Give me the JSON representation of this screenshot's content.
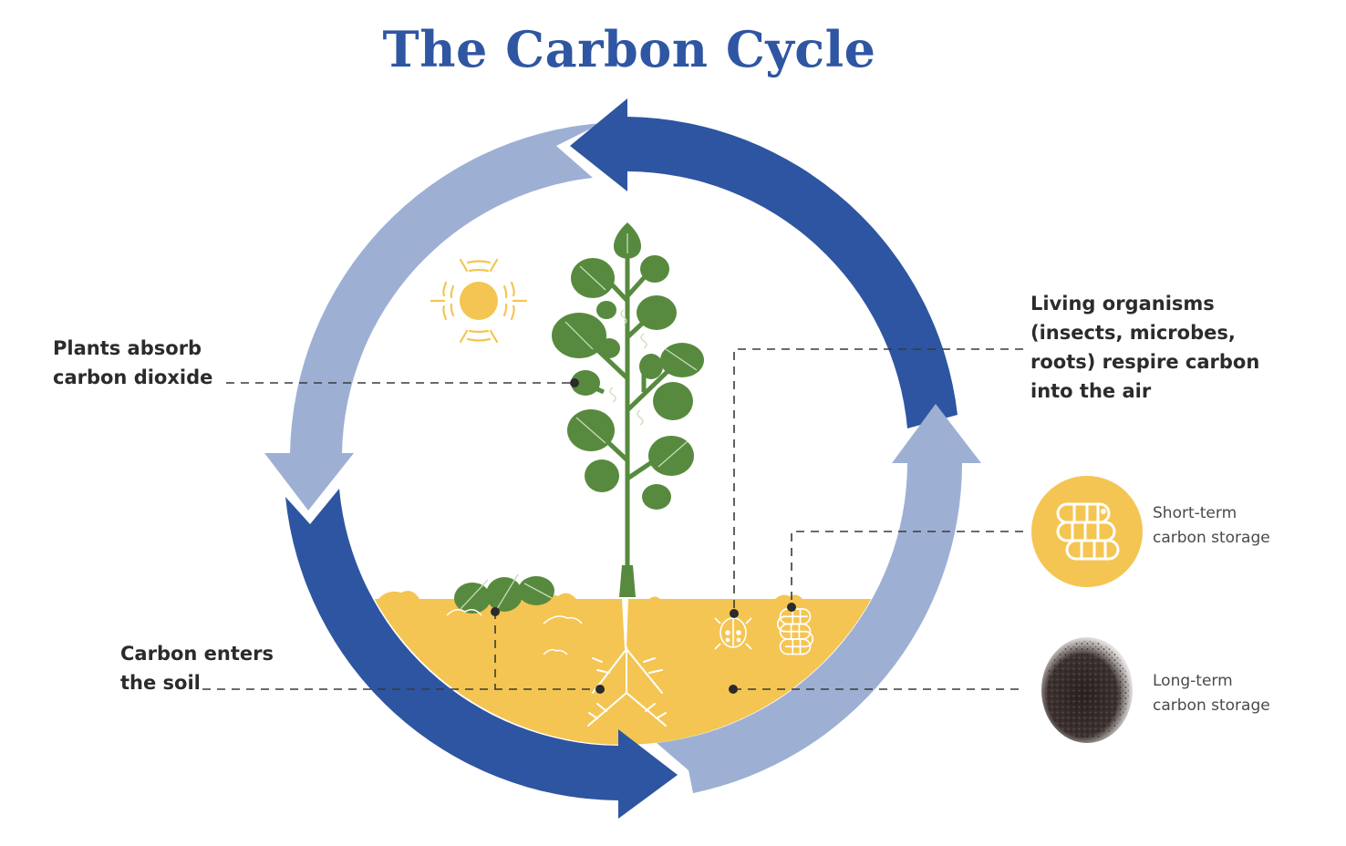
{
  "title": "The Carbon Cycle",
  "colors": {
    "dark_blue": "#2e55a1",
    "light_blue": "#9db0d4",
    "soil_yellow": "#f4c552",
    "leaf_green": "#578a3e",
    "sun_yellow": "#f4c552",
    "text_dark": "#2b2b2b",
    "leader_line": "#3a3a3a"
  },
  "labels": {
    "plants_absorb": {
      "lines": [
        "Plants absorb",
        "carbon dioxide"
      ]
    },
    "carbon_enters": {
      "lines": [
        "Carbon enters",
        "the soil"
      ]
    },
    "living_organisms": {
      "lines": [
        "Living organisms",
        "(insects, microbes,",
        "roots) respire carbon",
        "into the air"
      ]
    },
    "short_term": {
      "lines": [
        "Short-term",
        "carbon storage"
      ],
      "icon": "worm-icon"
    },
    "long_term": {
      "lines": [
        "Long-term",
        "carbon storage"
      ],
      "icon": "soil-clump-icon"
    }
  },
  "icons": [
    "sun-icon",
    "plant-icon",
    "fallen-leaves-icon",
    "roots-icon",
    "ladybug-icon",
    "worm-icon",
    "soil-clump-icon"
  ],
  "arrows": [
    {
      "name": "top-arrow",
      "direction": "counterclockwise",
      "color": "dark_blue"
    },
    {
      "name": "left-arrow",
      "direction": "down",
      "color": "light_blue"
    },
    {
      "name": "bottom-arrow",
      "direction": "right",
      "color": "dark_blue"
    },
    {
      "name": "right-arrow",
      "direction": "up",
      "color": "light_blue"
    }
  ]
}
